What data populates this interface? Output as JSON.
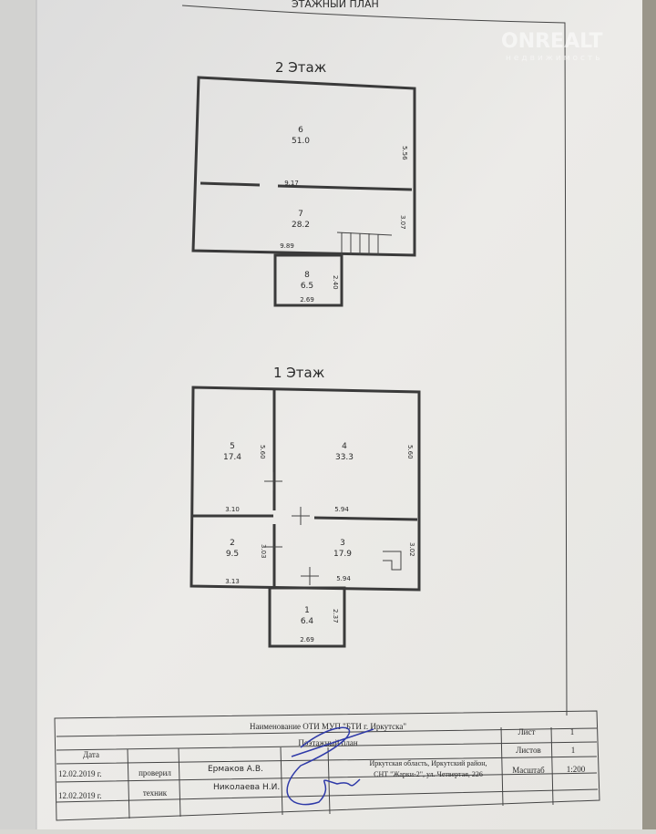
{
  "header_partial": "ЭТАЖНЫЙ ПЛАН",
  "watermark": {
    "brand": "ONREALT",
    "sub": "недвижимость"
  },
  "floor2": {
    "title": "2 Этаж",
    "rooms": [
      {
        "num": "6",
        "area": "51.0"
      },
      {
        "num": "7",
        "area": "28.2"
      },
      {
        "num": "8",
        "area": "6.5"
      }
    ],
    "dims": {
      "w_top": "9.17",
      "h_top": "5.56",
      "h_mid": "3.07",
      "w_bottom": "9.89",
      "porch_h": "2.40",
      "porch_w": "2.69"
    }
  },
  "floor1": {
    "title": "1 Этаж",
    "rooms": [
      {
        "num": "5",
        "area": "17.4"
      },
      {
        "num": "4",
        "area": "33.3"
      },
      {
        "num": "2",
        "area": "9.5"
      },
      {
        "num": "3",
        "area": "17.9"
      },
      {
        "num": "1",
        "area": "6.4"
      }
    ],
    "dims": {
      "h5": "5.60",
      "h4": "5.60",
      "w5": "3.10",
      "w4": "5.94",
      "h2": "3.03",
      "h3": "3.02",
      "w2": "3.13",
      "w3": "5.94",
      "porch_h": "2.37",
      "porch_w": "2.69"
    }
  },
  "title_block": {
    "org": "Наименование ОТИ  МУП \"БТИ г. Иркутска\"",
    "doc": "Поэтажный план",
    "date_header": "Дата",
    "rows": [
      {
        "date": "12.02.2019 г.",
        "role": "проверил",
        "name": "Ермаков А.В."
      },
      {
        "date": "12.02.2019 г.",
        "role": "техник",
        "name": "Николаева Н.И."
      }
    ],
    "address_line1": "Иркутская область, Иркутский район,",
    "address_line2": "СНТ \"Жарки-2\", ул. Четвертая, 226",
    "sheet_label": "Лист",
    "sheet_value": "1",
    "sheets_label": "Листов",
    "sheets_value": "1",
    "scale_label": "Масштаб",
    "scale_value": "1:200"
  }
}
